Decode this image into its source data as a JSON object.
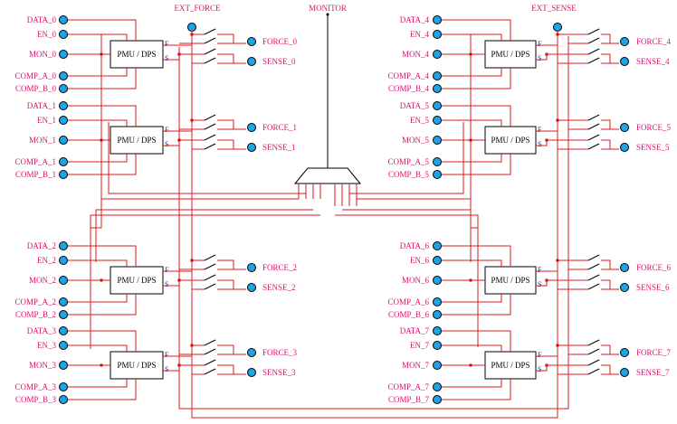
{
  "diagram": {
    "top_labels": {
      "ext_force": "EXT_FORCE",
      "monitor": "MONITOR",
      "ext_sense": "EXT_SENSE"
    },
    "block_label": "PMU / DPS",
    "force_tag": "F",
    "sense_tag": "S",
    "channels": [
      {
        "data": "DATA_0",
        "en": "EN_0",
        "mon": "MON_0",
        "comp_a": "COMP_A_0",
        "comp_b": "COMP_B_0",
        "force": "FORCE_0",
        "sense": "SENSE_0"
      },
      {
        "data": "DATA_1",
        "en": "EN_1",
        "mon": "MON_1",
        "comp_a": "COMP_A_1",
        "comp_b": "COMP_B_1",
        "force": "FORCE_1",
        "sense": "SENSE_1"
      },
      {
        "data": "DATA_2",
        "en": "EN_2",
        "mon": "MON_2",
        "comp_a": "COMP_A_2",
        "comp_b": "COMP_B_2",
        "force": "FORCE_2",
        "sense": "SENSE_2"
      },
      {
        "data": "DATA_3",
        "en": "EN_3",
        "mon": "MON_3",
        "comp_a": "COMP_A_3",
        "comp_b": "COMP_B_3",
        "force": "FORCE_3",
        "sense": "SENSE_3"
      },
      {
        "data": "DATA_4",
        "en": "EN_4",
        "mon": "MON_4",
        "comp_a": "COMP_A_4",
        "comp_b": "COMP_B_4",
        "force": "FORCE_4",
        "sense": "SENSE_4"
      },
      {
        "data": "DATA_5",
        "en": "EN_5",
        "mon": "MON_5",
        "comp_a": "COMP_A_5",
        "comp_b": "COMP_B_5",
        "force": "FORCE_5",
        "sense": "SENSE_5"
      },
      {
        "data": "DATA_6",
        "en": "EN_6",
        "mon": "MON_6",
        "comp_a": "COMP_A_6",
        "comp_b": "COMP_B_6",
        "force": "FORCE_6",
        "sense": "SENSE_6"
      },
      {
        "data": "DATA_7",
        "en": "EN_7",
        "mon": "MON_7",
        "comp_a": "COMP_A_7",
        "comp_b": "COMP_B_7",
        "force": "FORCE_7",
        "sense": "SENSE_7"
      }
    ]
  }
}
